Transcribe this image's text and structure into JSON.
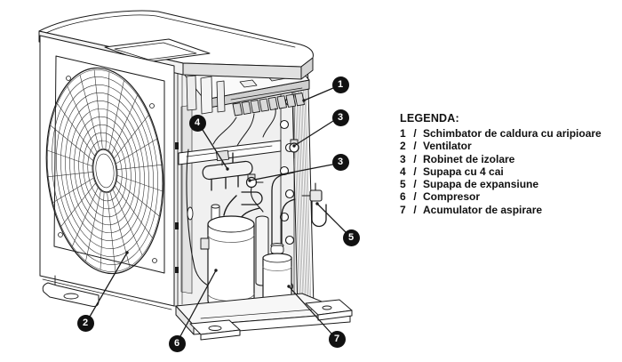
{
  "figure": {
    "kind": "technical cutaway illustration of a heat pump outdoor unit",
    "colors": {
      "ink": "#1a1a1a",
      "background": "#ffffff",
      "badge_bg": "#111111",
      "badge_text": "#ffffff"
    }
  },
  "legend": {
    "title": "LEGENDA:",
    "separator": "/",
    "items": [
      {
        "num": "1",
        "label": "Schimbator de caldura cu aripioare"
      },
      {
        "num": "2",
        "label": "Ventilator"
      },
      {
        "num": "3",
        "label": "Robinet de izolare"
      },
      {
        "num": "4",
        "label": "Supapa cu 4 cai"
      },
      {
        "num": "5",
        "label": "Supapa de expansiune"
      },
      {
        "num": "6",
        "label": "Compresor"
      },
      {
        "num": "7",
        "label": "Acumulator de aspirare"
      }
    ]
  },
  "callouts": [
    {
      "num": "1"
    },
    {
      "num": "3"
    },
    {
      "num": "3"
    },
    {
      "num": "5"
    },
    {
      "num": "4"
    },
    {
      "num": "2"
    },
    {
      "num": "6"
    },
    {
      "num": "7"
    }
  ]
}
